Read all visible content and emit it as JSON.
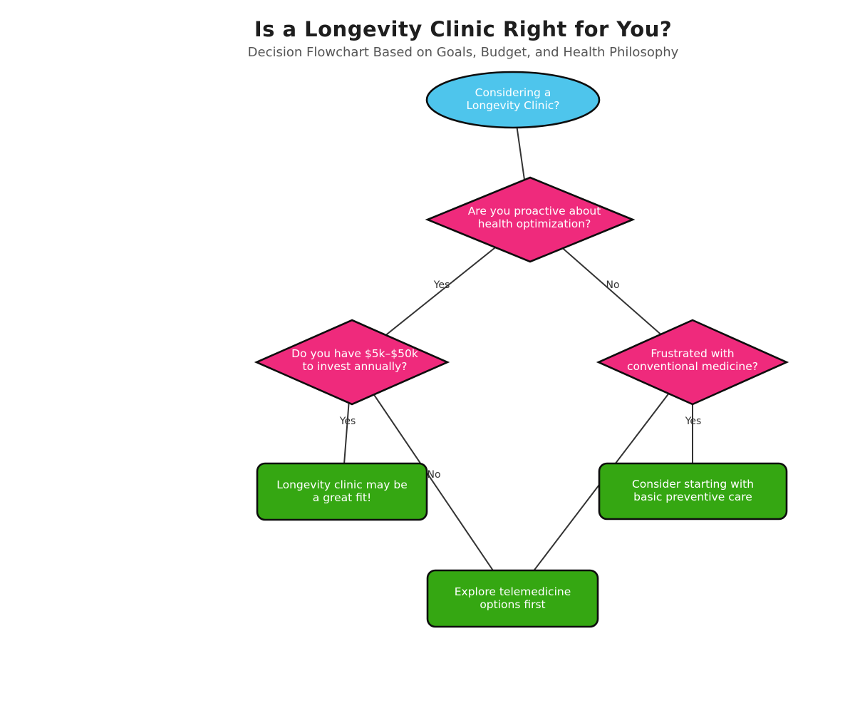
{
  "title": "Is a Longevity Clinic Right for You?",
  "subtitle": "Decision Flowchart Based on Goals, Budget, and Health Philosophy",
  "colors": {
    "start_node": "#4EC5EC",
    "decision_node": "#EF2A7C",
    "outcome_node": "#35A712",
    "node_border": "#0d0d0d",
    "edge_line": "#333333",
    "edge_label_text": "#333333",
    "node_text": "#ffffff",
    "title_text": "#1e1e1e",
    "subtitle_text": "#555555"
  },
  "nodes": {
    "start": {
      "label": "Considering a\nLongevity Clinic?",
      "shape": "ellipse"
    },
    "proactive": {
      "label": "Are you proactive about\nhealth optimization?",
      "shape": "diamond"
    },
    "budget": {
      "label": "Do you have $5k–$50k\nto invest annually?",
      "shape": "diamond"
    },
    "frustrated": {
      "label": "Frustrated with\nconventional medicine?",
      "shape": "diamond"
    },
    "great_fit": {
      "label": "Longevity clinic may be\na great fit!",
      "shape": "rounded-rect"
    },
    "preventive": {
      "label": "Consider starting with\nbasic preventive care",
      "shape": "rounded-rect"
    },
    "telemedicine": {
      "label": "Explore telemedicine\noptions first",
      "shape": "rounded-rect"
    }
  },
  "edge_labels": {
    "proactive_yes": "Yes",
    "proactive_no": "No",
    "budget_yes": "Yes",
    "budget_no": "No",
    "frustrated_yes": "Yes"
  }
}
